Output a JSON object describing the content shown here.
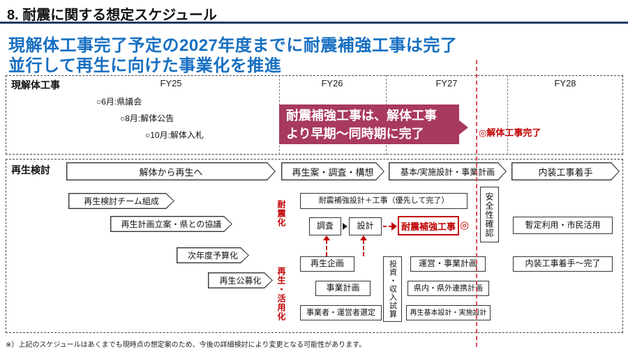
{
  "slide": {
    "title": "8. 耐震に関する想定スケジュール",
    "headline": {
      "line1": "現解体工事完了予定の2027年度までに耐震補強工事は完了",
      "line2": "並行して再生に向けた事業化を推進"
    },
    "footnote": "※）上記のスケジュールはあくまでも現時点の想定案のため、今後の詳細検討により変更となる可能性があります。"
  },
  "timeline": {
    "fiscal_years": [
      "FY25",
      "FY26",
      "FY27",
      "FY28"
    ]
  },
  "demolition": {
    "section_label": "現解体工事",
    "milestones": [
      "○6月:県議会",
      "○8月:解体公告",
      "○10月:解体入札"
    ],
    "callout": {
      "line1": "耐震補強工事は、解体工事",
      "line2": "より早期～同時期に完了"
    },
    "completion_label": "◎解体工事完了"
  },
  "regeneration": {
    "section_label": "再生検討",
    "banners": [
      "解体から再生へ",
      "再生案・調査・構想",
      "基本/実施設計・事業計画",
      "内装工事着手"
    ],
    "fy25_tasks": [
      "再生検討チーム組成",
      "再生計画立案・県との協議",
      "次年度予算化",
      "再生公募化"
    ],
    "seismic": {
      "track_label": "耐震化",
      "design_and_work": "耐震補強設計＋工事（優先して完了）",
      "survey": "調査",
      "design": "設計",
      "reinforcement_work": "耐震補強工事",
      "reinforcement_mark": "◎",
      "safety_check": "安全性確認",
      "interim_use": "暫定利用・市民活用"
    },
    "revitalization": {
      "track_label": "再生・活用化",
      "regen_planning": "再生企画",
      "business_plan": "事業計画",
      "operator_selection": "事業者・運営者選定",
      "investment_estimate": "投資・収入試算",
      "operation_plan": "運営・事業計画",
      "partnership_plan": "県内・県外連携計画",
      "basic_detail_design": "再生基本設計・実施設計",
      "interior_work": "内装工事着手～完了"
    }
  },
  "colors": {
    "headline_blue": "#176fc1",
    "title_bar_navy": "#1f3864",
    "callout_magenta": "#a8395f",
    "accent_red": "#c00000",
    "milestone_line_red": "#e04b5f"
  }
}
